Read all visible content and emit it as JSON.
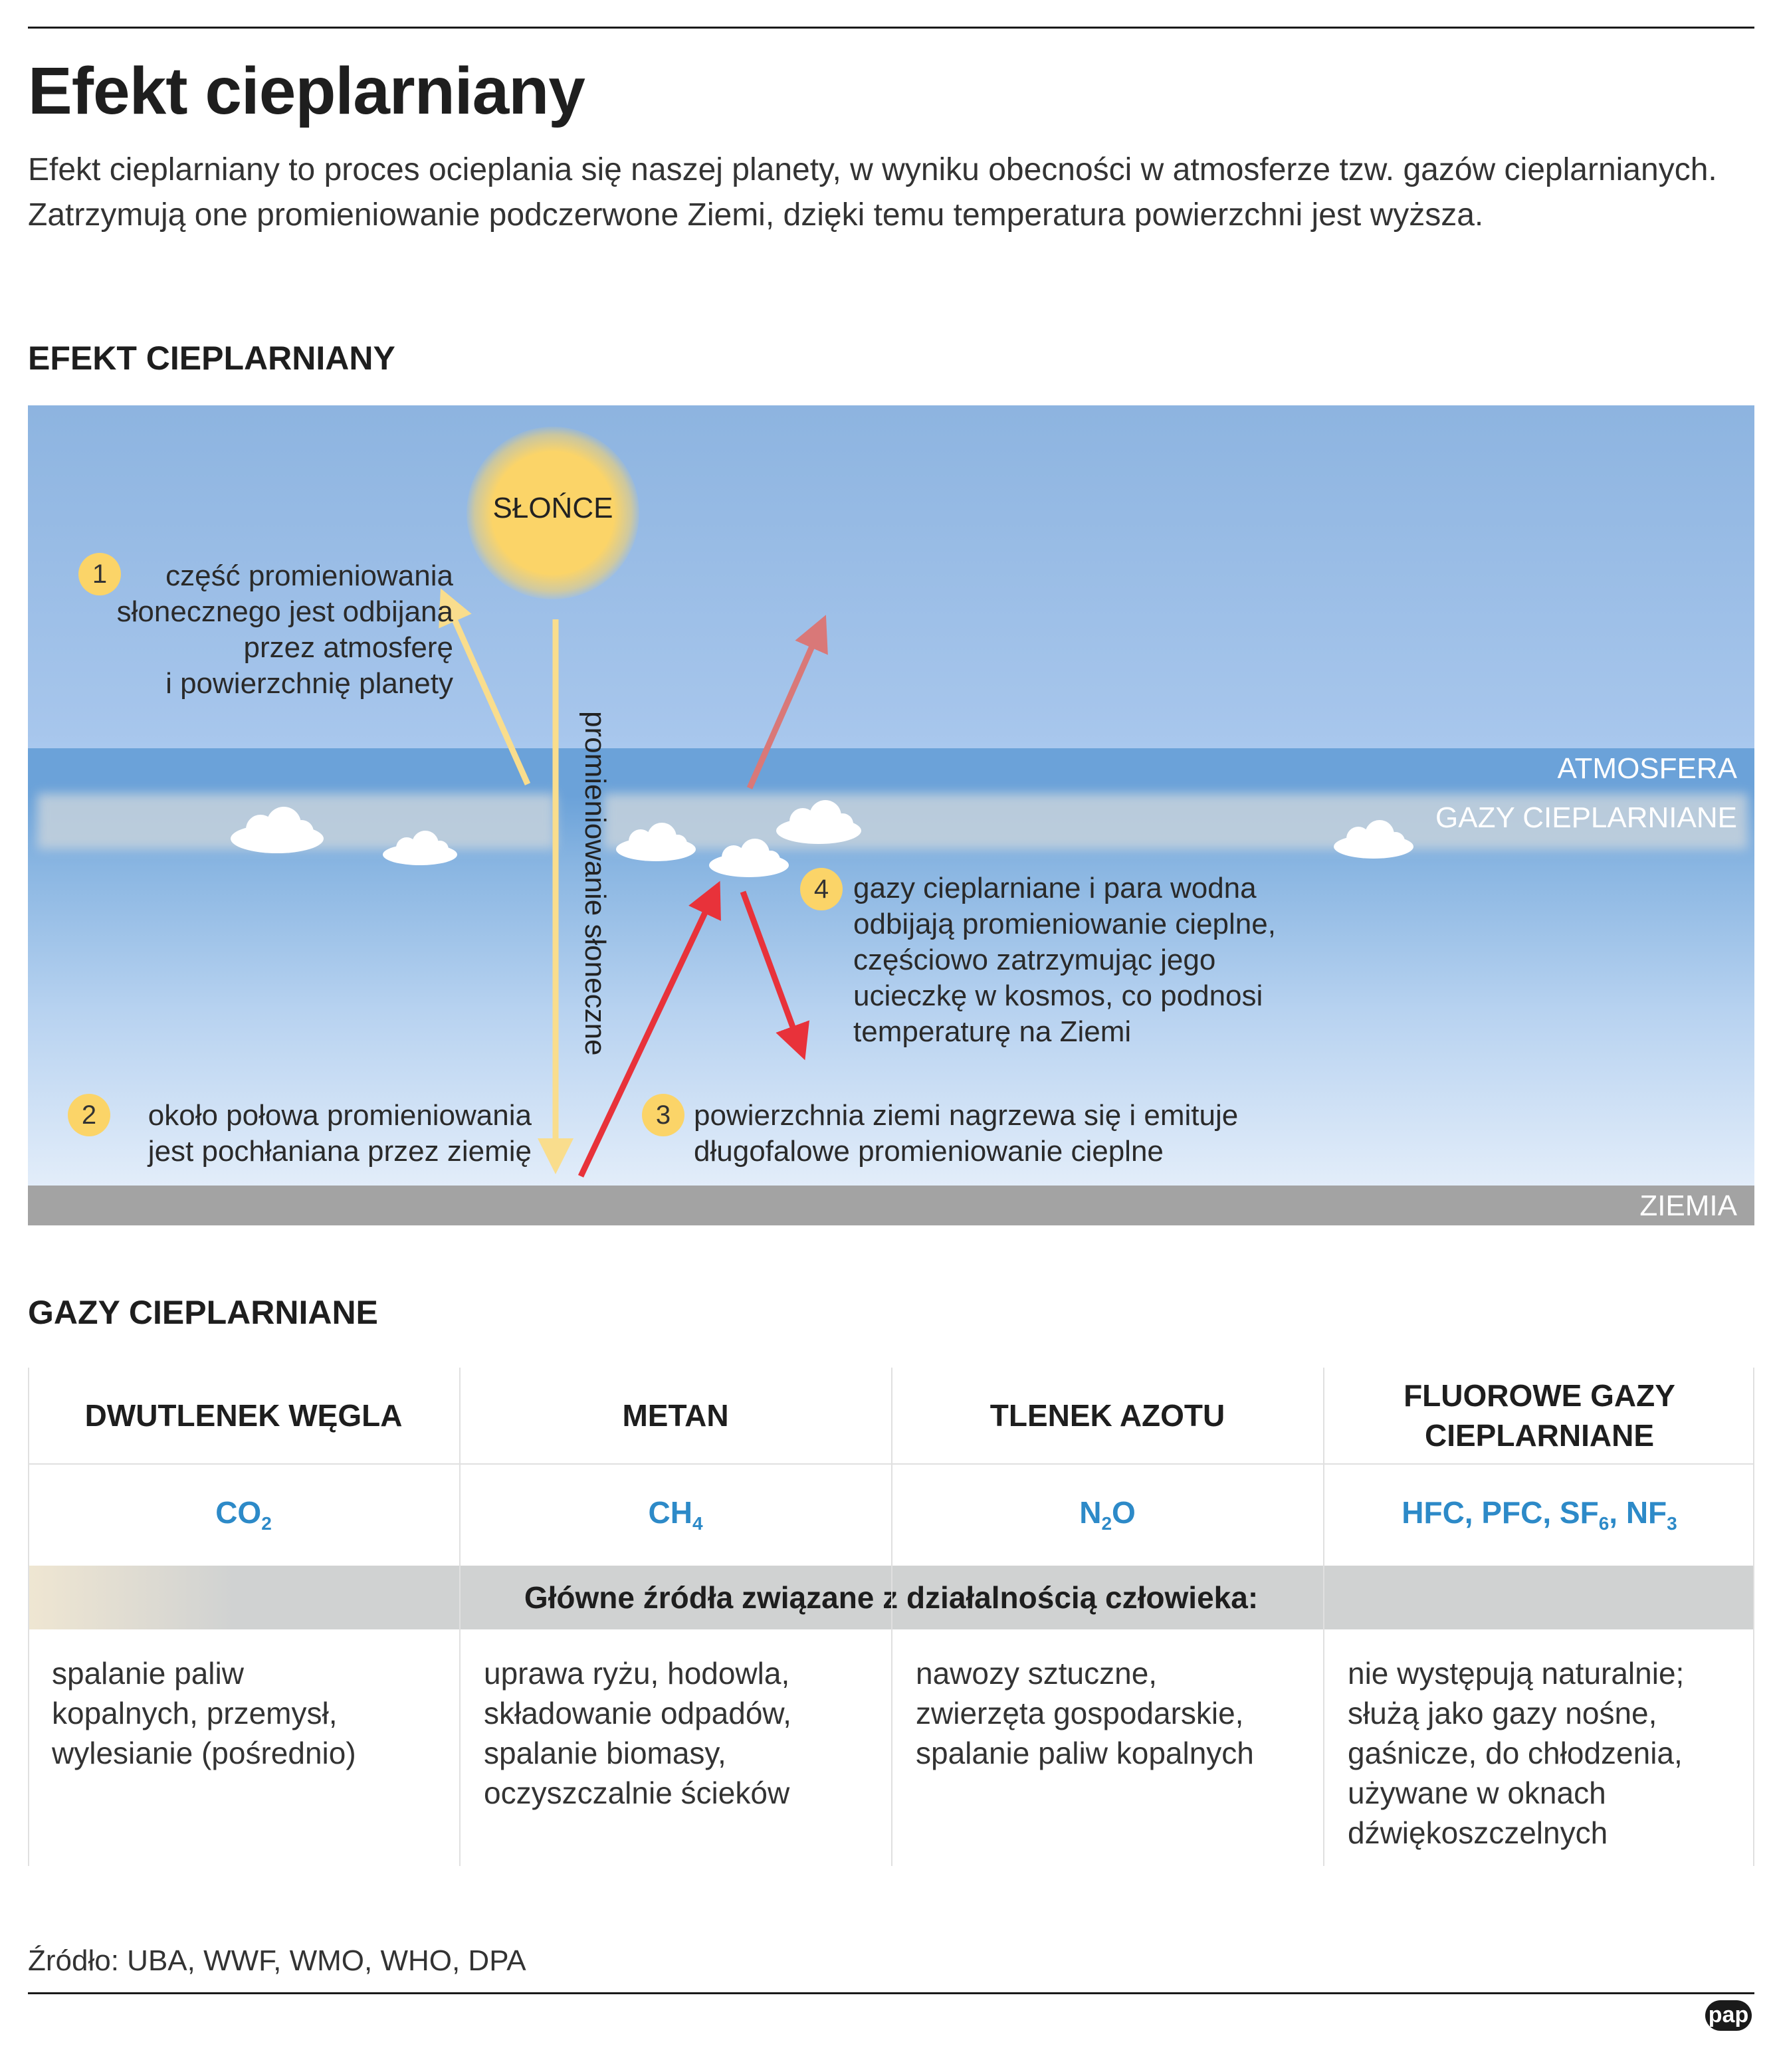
{
  "header": {
    "title": "Efekt cieplarniany",
    "intro": "Efekt cieplarniany to proces ocieplania się naszej planety, w wyniku obecności w atmosferze  tzw. gazów cieplarnianych. Zatrzymują one promieniowanie podczerwone Ziemi, dzięki temu temperatura powierzchni jest wyższa."
  },
  "diagram": {
    "heading": "EFEKT CIEPLARNIANY",
    "sun_label": "SŁOŃCE",
    "atmosphere_label": "ATMOSFERA",
    "gases_label": "GAZY CIEPLARNIANE",
    "ground_label": "ZIEMIA",
    "vertical_label": "promieniowanie słoneczne",
    "notes": [
      {
        "number": "1",
        "lines": [
          "część promieniowania",
          "słonecznego jest odbijana",
          "przez atmosferę",
          "i powierzchnię planety"
        ]
      },
      {
        "number": "2",
        "lines": [
          "około połowa promieniowania",
          "jest pochłaniana przez ziemię"
        ]
      },
      {
        "number": "3",
        "lines": [
          "powierzchnia ziemi nagrzewa się i emituje",
          "długofalowe promieniowanie cieplne"
        ]
      },
      {
        "number": "4",
        "lines": [
          "gazy cieplarniane i para wodna",
          "odbijają promieniowanie cieplne,",
          "częściowo zatrzymując jego",
          "ucieczkę w kosmos, co podnosi",
          "temperaturę na Ziemi"
        ]
      }
    ],
    "colors": {
      "sun": "#fbd468",
      "solar_arrow": "#f9dd8d",
      "heat_arrow": "#e8323a",
      "escape_arrow": "#d97878",
      "ground": "#a3a3a3"
    }
  },
  "gases": {
    "heading": "GAZY CIEPLARNIANE",
    "sources_title": "Główne źródła związane z działalnością człowieka:",
    "columns": [
      {
        "name": "DWUTLENEK WĘGLA",
        "formula": [
          {
            "t": "CO"
          },
          {
            "sub": "2"
          }
        ],
        "sources": [
          "spalanie paliw",
          "kopalnych, przemysł,",
          "wylesianie (pośrednio)"
        ]
      },
      {
        "name": "METAN",
        "formula": [
          {
            "t": "CH"
          },
          {
            "sub": "4"
          }
        ],
        "sources": [
          "uprawa ryżu, hodowla,",
          "składowanie odpadów,",
          "spalanie biomasy,",
          "oczyszczalnie ścieków"
        ]
      },
      {
        "name": "TLENEK AZOTU",
        "formula": [
          {
            "t": "N"
          },
          {
            "sub": "2"
          },
          {
            "t": "O"
          }
        ],
        "sources": [
          "nawozy sztuczne,",
          "zwierzęta gospodarskie,",
          "spalanie paliw kopalnych"
        ]
      },
      {
        "name": "FLUOROWE GAZY CIEPLARNIANE",
        "formula": [
          {
            "t": "HFC, PFC, SF"
          },
          {
            "sub": "6"
          },
          {
            "t": ", NF"
          },
          {
            "sub": "3"
          }
        ],
        "sources": [
          "nie występują naturalnie;",
          "służą jako gazy nośne,",
          "gaśnicze, do chłodzenia,",
          "używane w oknach",
          "dźwiękoszczelnych"
        ]
      }
    ],
    "formula_color": "#2d8ac8"
  },
  "footer": {
    "source": "Źródło: UBA, WWF, WMO, WHO, DPA",
    "logo": "pap"
  }
}
